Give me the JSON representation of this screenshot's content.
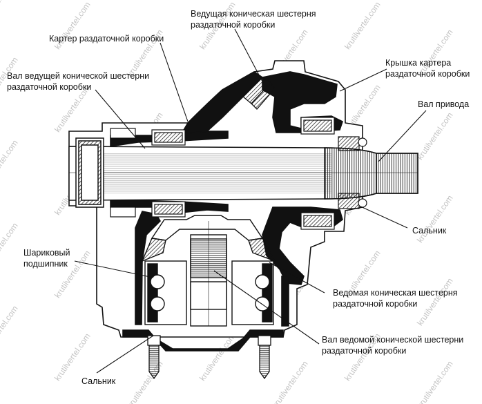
{
  "labels": {
    "drive_bevel_gear": [
      "Ведущая коническая шестерня",
      "раздаточной коробки"
    ],
    "transfer_case_housing": [
      "Картер раздаточной коробки"
    ],
    "drive_gear_shaft": [
      "Вал ведущей конической шестерни",
      "раздаточной коробки"
    ],
    "housing_cover": [
      "Крышка картера",
      "раздаточной коробки"
    ],
    "drive_shaft": [
      "Вал привода"
    ],
    "seal_right": [
      "Сальник"
    ],
    "ball_bearing": [
      "Шариковый",
      "подшипник"
    ],
    "driven_bevel_gear": [
      "Ведомая коническая шестерня",
      "раздаточной коробки"
    ],
    "driven_gear_shaft": [
      "Вал ведомой конической шестерни",
      "раздаточной коробки"
    ],
    "seal_bottom": [
      "Сальник"
    ]
  },
  "watermark": "krutilvertel.com",
  "colors": {
    "ink": "#111111",
    "metal": "#ffffff",
    "watermark": "#c4c4c4"
  }
}
